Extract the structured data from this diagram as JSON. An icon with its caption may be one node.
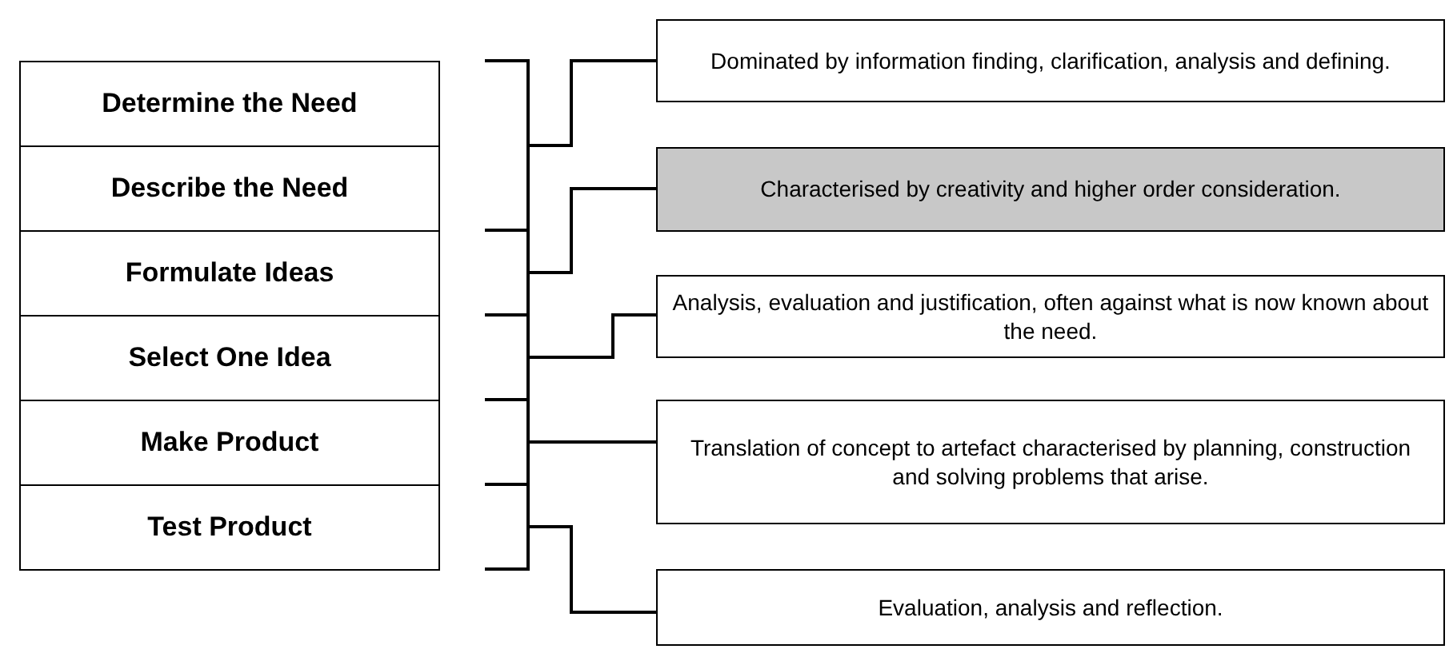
{
  "diagram": {
    "nodes": [
      {
        "text": [
          "Determine the Need"
        ]
      },
      {
        "text": [
          "Describe the Need"
        ]
      },
      {
        "text": [
          "Formulate Ideas"
        ]
      },
      {
        "text": [
          "Select One Idea"
        ]
      },
      {
        "text": [
          "Make Product"
        ]
      },
      {
        "text": [
          "Test Product"
        ]
      },
      {
        "text": [
          "Dominated by information finding, clarification, analysis and defining."
        ]
      },
      {
        "text": [
          "Characterised by creativity and higher order consideration."
        ]
      },
      {
        "text": [
          "Analysis, evaluation and justification, often against what is now known about the need."
        ]
      },
      {
        "text": [
          "Translation of concept to artefact characterised by planning, construction and solving problems that arise."
        ]
      },
      {
        "text": [
          "Evaluation, analysis and reflection."
        ]
      }
    ],
    "edges": [
      {
        "from": 0,
        "to": 6,
        "arrow": "none"
      },
      {
        "from": 1,
        "to": 6,
        "arrow": "none"
      },
      {
        "from": 2,
        "to": 7,
        "arrow": "none"
      },
      {
        "from": 3,
        "to": 8,
        "arrow": "none"
      },
      {
        "from": 4,
        "to": 9,
        "arrow": "none"
      },
      {
        "from": 5,
        "to": 10,
        "arrow": "none"
      }
    ]
  }
}
